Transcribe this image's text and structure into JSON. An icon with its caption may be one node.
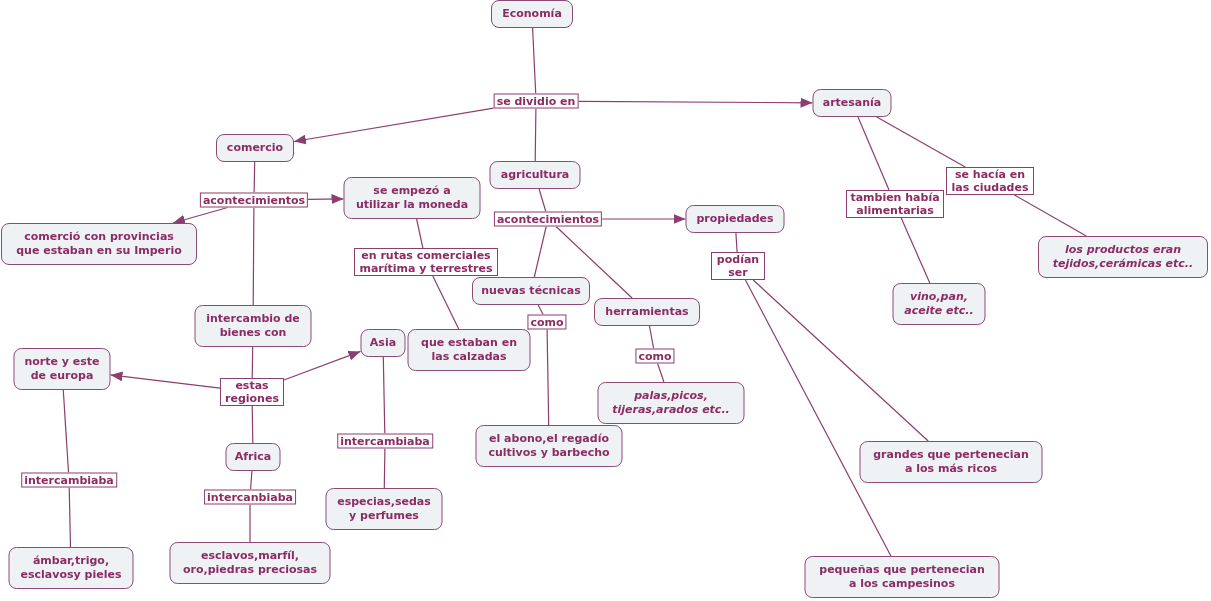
{
  "diagram": {
    "nodes": [
      {
        "text": [
          "Economía"
        ]
      },
      {
        "text": [
          "se dividio en"
        ]
      },
      {
        "text": [
          "artesanía"
        ]
      },
      {
        "text": [
          "comercio"
        ]
      },
      {
        "text": [
          "agricultura"
        ]
      },
      {
        "text": [
          "se hacía en las ciudades"
        ]
      },
      {
        "text": [
          "se empezó a utilizar la moneda"
        ]
      },
      {
        "text": [
          "tambien había alimentarias"
        ]
      },
      {
        "text": [
          "acontecimientos"
        ]
      },
      {
        "text": [
          "propiedades"
        ]
      },
      {
        "text": [
          "acontecimientos"
        ]
      },
      {
        "text": [
          "comerció con provincias que estaban en su Imperio"
        ]
      },
      {
        "text": [
          "los productos eran tejidos,cerámicas etc.."
        ]
      },
      {
        "text": [
          "en rutas comerciales marítima y terrestres"
        ]
      },
      {
        "text": [
          "podían ser"
        ]
      },
      {
        "text": [
          "nuevas técnicas"
        ]
      },
      {
        "text": [
          "vino,pan, aceite etc.."
        ]
      },
      {
        "text": [
          "herramientas"
        ]
      },
      {
        "text": [
          "intercambio de bienes con"
        ]
      },
      {
        "text": [
          "como"
        ]
      },
      {
        "text": [
          "Asia"
        ]
      },
      {
        "text": [
          "que estaban en las calzadas"
        ]
      },
      {
        "text": [
          "norte y este de europa"
        ]
      },
      {
        "text": [
          "como"
        ]
      },
      {
        "text": [
          "estas regiones"
        ]
      },
      {
        "text": [
          "palas,picos, tijeras,arados etc.."
        ]
      },
      {
        "text": [
          "el abono,el regadío cultivos y barbecho"
        ]
      },
      {
        "text": [
          "intercambiaba"
        ]
      },
      {
        "text": [
          "Africa"
        ]
      },
      {
        "text": [
          "grandes que pertenecian a los más ricos"
        ]
      },
      {
        "text": [
          "intercambiaba"
        ]
      },
      {
        "text": [
          "intercanbiaba"
        ]
      },
      {
        "text": [
          "especias,sedas y perfumes"
        ]
      },
      {
        "text": [
          "esclavos,marfíl, oro,piedras preciosas"
        ]
      },
      {
        "text": [
          "ámbar,trigo, esclavosy pieles"
        ]
      },
      {
        "text": [
          "pequeñas que pertenecian a los campesinos"
        ]
      }
    ],
    "edges": [
      {
        "from": 0,
        "to": 1,
        "arrow": "none"
      },
      {
        "from": 1,
        "to": 3,
        "arrow": "to"
      },
      {
        "from": 1,
        "to": 4,
        "arrow": "none"
      },
      {
        "from": 1,
        "to": 2,
        "arrow": "to"
      },
      {
        "from": 3,
        "to": 8,
        "arrow": "none"
      },
      {
        "from": 8,
        "to": 6,
        "arrow": "to"
      },
      {
        "from": 8,
        "to": 11,
        "arrow": "to"
      },
      {
        "from": 8,
        "to": 18,
        "arrow": "none"
      },
      {
        "from": 6,
        "to": 13,
        "arrow": "none"
      },
      {
        "from": 13,
        "to": 21,
        "arrow": "none"
      },
      {
        "from": 18,
        "to": 24,
        "arrow": "none"
      },
      {
        "from": 24,
        "to": 22,
        "arrow": "to"
      },
      {
        "from": 24,
        "to": 20,
        "arrow": "to"
      },
      {
        "from": 24,
        "to": 28,
        "arrow": "none"
      },
      {
        "from": 22,
        "to": 30,
        "arrow": "none"
      },
      {
        "from": 30,
        "to": 34,
        "arrow": "none"
      },
      {
        "from": 28,
        "to": 31,
        "arrow": "none"
      },
      {
        "from": 31,
        "to": 33,
        "arrow": "none"
      },
      {
        "from": 20,
        "to": 27,
        "arrow": "none"
      },
      {
        "from": 27,
        "to": 32,
        "arrow": "none"
      },
      {
        "from": 4,
        "to": 10,
        "arrow": "none"
      },
      {
        "from": 10,
        "to": 9,
        "arrow": "to"
      },
      {
        "from": 10,
        "to": 15,
        "arrow": "none"
      },
      {
        "from": 10,
        "to": 17,
        "arrow": "none"
      },
      {
        "from": 15,
        "to": 19,
        "arrow": "none"
      },
      {
        "from": 19,
        "to": 26,
        "arrow": "none"
      },
      {
        "from": 17,
        "to": 23,
        "arrow": "none"
      },
      {
        "from": 23,
        "to": 25,
        "arrow": "none"
      },
      {
        "from": 9,
        "to": 14,
        "arrow": "none"
      },
      {
        "from": 14,
        "to": 29,
        "arrow": "none"
      },
      {
        "from": 14,
        "to": 35,
        "arrow": "none"
      },
      {
        "from": 2,
        "to": 7,
        "arrow": "none"
      },
      {
        "from": 7,
        "to": 16,
        "arrow": "none"
      },
      {
        "from": 2,
        "to": 5,
        "arrow": "none"
      },
      {
        "from": 5,
        "to": 12,
        "arrow": "none"
      }
    ]
  }
}
